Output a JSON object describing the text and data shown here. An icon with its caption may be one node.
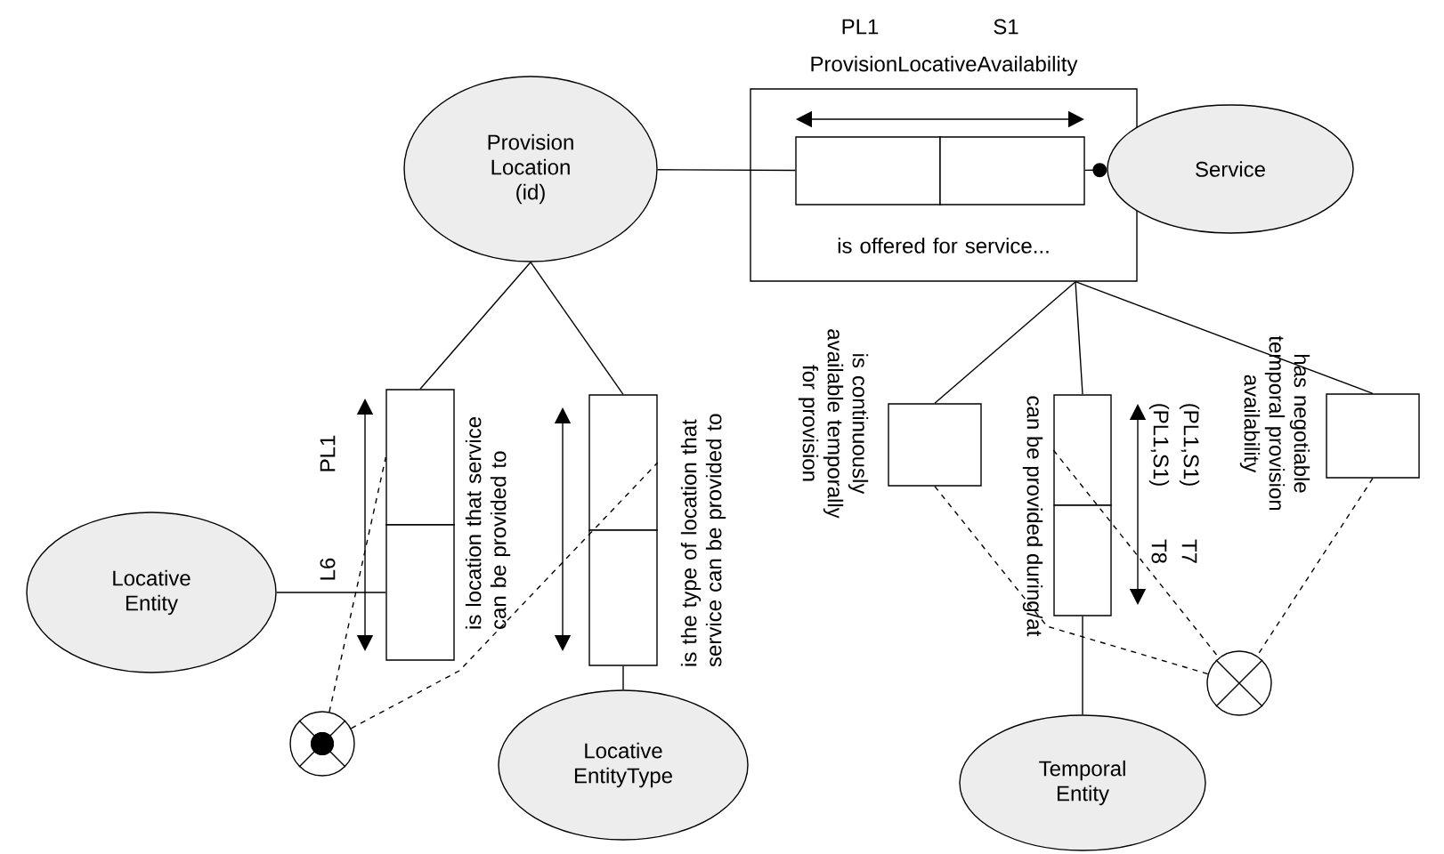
{
  "diagram": {
    "nodes": [
      {
        "text": [
          "Provision Location (id)"
        ]
      },
      {
        "text": [
          "ProvisionLocativeAvailability",
          "is offered for service..."
        ]
      },
      {
        "text": [],
        "shape": "box",
        "in": 1
      },
      {
        "text": [],
        "shape": "box",
        "in": 1
      },
      {
        "text": [
          "Service"
        ]
      },
      {
        "text": [],
        "shape": "box"
      },
      {
        "text": [],
        "shape": "box"
      },
      {
        "text": [
          "Locative Entity"
        ]
      },
      {
        "text": [],
        "shape": "box"
      },
      {
        "text": [],
        "shape": "box"
      },
      {
        "text": [
          "Locative EntityType"
        ]
      },
      {
        "text": [],
        "shape": "circle"
      },
      {
        "text": [],
        "shape": "box"
      },
      {
        "text": [],
        "shape": "box"
      },
      {
        "text": [],
        "shape": "box"
      },
      {
        "text": [],
        "shape": "box"
      },
      {
        "text": [
          "Temporal Entity"
        ]
      },
      {
        "text": [],
        "shape": "circle"
      }
    ],
    "edges": [
      {
        "from": 0,
        "to": 2,
        "arrow": "none"
      },
      {
        "from": 3,
        "to": 4,
        "arrow": "other"
      },
      {
        "from": 0,
        "to": 5,
        "arrow": "none"
      },
      {
        "from": 0,
        "to": 8,
        "arrow": "none"
      },
      {
        "from": 7,
        "to": 6,
        "arrow": "none"
      },
      {
        "from": 9,
        "to": 10,
        "arrow": "none"
      },
      {
        "from": 11,
        "to": 5,
        "arrow": "none",
        "style": "dashed"
      },
      {
        "from": 11,
        "to": 8,
        "arrow": "none",
        "style": "dashed"
      },
      {
        "from": 1,
        "to": 12,
        "arrow": "none"
      },
      {
        "from": 1,
        "to": 13,
        "arrow": "none"
      },
      {
        "from": 1,
        "to": 15,
        "arrow": "none"
      },
      {
        "from": 14,
        "to": 16,
        "arrow": "none"
      },
      {
        "from": 12,
        "to": 17,
        "arrow": "none",
        "style": "dashed"
      },
      {
        "from": 13,
        "to": 17,
        "arrow": "none",
        "style": "dashed"
      },
      {
        "from": 15,
        "to": 17,
        "arrow": "none",
        "style": "dashed"
      }
    ],
    "labels": [
      "PL1",
      "S1",
      "PL1",
      "L6",
      "is location that service can be provided to",
      "is the type of location that service can be provided to",
      "is continuously available temporally for provision",
      "can be provided during/at",
      "(PL1,S1)",
      "T7",
      "(PL1,S1)",
      "T8",
      "has negotiable temporal provision availability"
    ]
  }
}
